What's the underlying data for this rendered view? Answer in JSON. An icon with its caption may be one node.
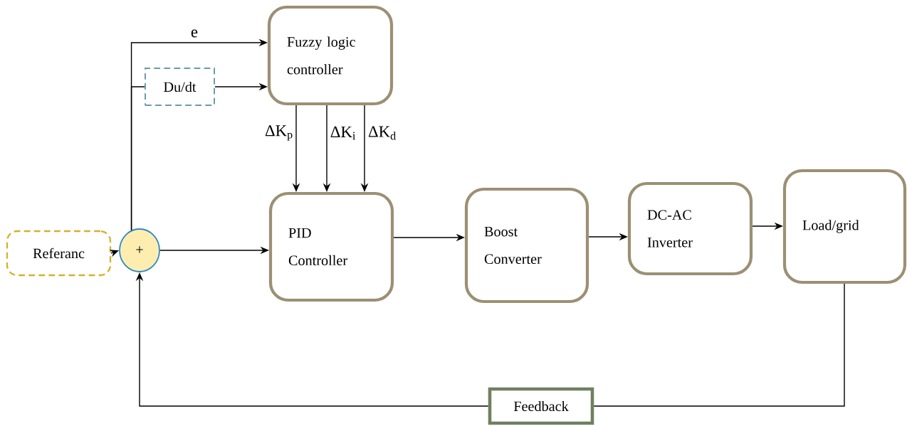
{
  "diagram": {
    "nodes": [
      {
        "text": [
          "Referanc"
        ]
      },
      {
        "text": [
          "+"
        ]
      },
      {
        "text": [
          "Fuzzy logic controller"
        ]
      },
      {
        "text": [
          "Du/dt"
        ]
      },
      {
        "text": [
          "PID Controller"
        ]
      },
      {
        "text": [
          "Boost Converter"
        ]
      },
      {
        "text": [
          "DC-AC Inverter"
        ]
      },
      {
        "text": [
          "Load/grid"
        ]
      },
      {
        "text": [
          "Feedback"
        ]
      }
    ],
    "edges": [
      {
        "from": 0,
        "to": 1,
        "arrow": "to"
      },
      {
        "from": 1,
        "to": 2,
        "arrow": "to",
        "label": "e"
      },
      {
        "from": 1,
        "to": 3,
        "arrow": "none"
      },
      {
        "from": 3,
        "to": 2,
        "arrow": "to"
      },
      {
        "from": 2,
        "to": 4,
        "arrow": "to",
        "label": "ΔK$_{p}$"
      },
      {
        "from": 2,
        "to": 4,
        "arrow": "to",
        "label": "ΔK$_{i}$"
      },
      {
        "from": 2,
        "to": 4,
        "arrow": "to",
        "label": "ΔK$_{d}$"
      },
      {
        "from": 1,
        "to": 4,
        "arrow": "to"
      },
      {
        "from": 4,
        "to": 5,
        "arrow": "to"
      },
      {
        "from": 5,
        "to": 6,
        "arrow": "to"
      },
      {
        "from": 6,
        "to": 7,
        "arrow": "to"
      },
      {
        "from": 7,
        "to": 8,
        "arrow": "none"
      },
      {
        "from": 8,
        "to": 1,
        "arrow": "to"
      }
    ]
  }
}
